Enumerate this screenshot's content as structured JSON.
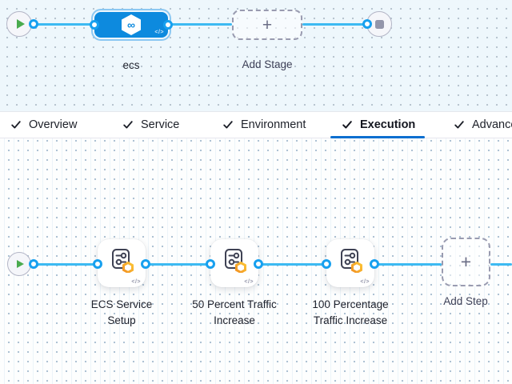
{
  "colors": {
    "accent_blue": "#0d8ade",
    "line_blue": "#3dbaf2",
    "connector_blue": "#17a0ef",
    "active_tab_underline": "#0b6fd0",
    "play_green": "#4aab4e",
    "badge_orange": "#f6a62d",
    "badge_yellow": "#fcc537"
  },
  "icons": {
    "harness_logo": "∞",
    "code": "</>",
    "plus": "+"
  },
  "stage_pipeline": {
    "stage_name": "ecs",
    "add_stage_label": "Add Stage"
  },
  "tab_bar": {
    "tabs": [
      {
        "label": "Overview",
        "checked": true,
        "active": false
      },
      {
        "label": "Service",
        "checked": true,
        "active": false
      },
      {
        "label": "Environment",
        "checked": true,
        "active": false
      },
      {
        "label": "Execution",
        "checked": true,
        "active": true
      },
      {
        "label": "Advanced",
        "checked": true,
        "active": false
      }
    ]
  },
  "execution_pipeline": {
    "steps": [
      {
        "name": "ECS Service Setup"
      },
      {
        "name": "50 Percent Traffic Increase"
      },
      {
        "name": "100 Percentage Traffic Increase"
      }
    ],
    "add_step_label": "Add Step"
  }
}
